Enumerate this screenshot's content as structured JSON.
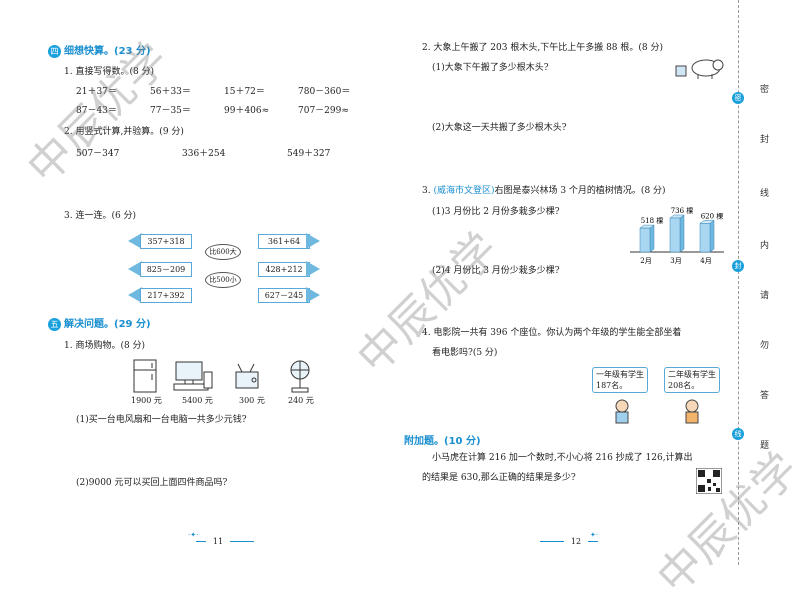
{
  "left": {
    "sec4": {
      "num": "四",
      "title": "细想快算。(23 分)"
    },
    "q1": {
      "label": "1. 直接写得数。(8 分)",
      "rows": [
        [
          "21＋37＝",
          "56＋33＝",
          "15＋72＝",
          "780－360＝"
        ],
        [
          "87－43＝",
          "77－35＝",
          "99＋406≈",
          "707－299≈"
        ]
      ]
    },
    "q2": {
      "label": "2. 用竖式计算,并验算。(9 分)",
      "items": [
        "507－347",
        "336＋254",
        "549＋327"
      ]
    },
    "q3": {
      "label": "3. 连一连。(6 分)",
      "left_birds": [
        "357+318",
        "825－209",
        "217+392"
      ],
      "ovals": [
        "比600大",
        "比500小"
      ],
      "right_birds": [
        "361+64",
        "428+212",
        "627－245"
      ]
    },
    "sec5": {
      "num": "五",
      "title": "解决问题。(29 分)"
    },
    "q5_1": {
      "label": "1. 商场购物。(8 分)",
      "prices": [
        "1900 元",
        "5400 元",
        "300 元",
        "240 元"
      ],
      "sub1": "(1)买一台电风扇和一台电脑一共多少元钱?",
      "sub2": "(2)9000 元可以买回上面四件商品吗?"
    },
    "page_num": "11"
  },
  "right": {
    "q2": {
      "label": "2. 大象上午搬了 203 根木头,下午比上午多搬 88 根。(8 分)",
      "sub1": "(1)大象下午搬了多少根木头?",
      "sub2": "(2)大象这一天共搬了多少根木头?"
    },
    "q3": {
      "label_prefix": "3. ",
      "region": "(威海市文登区)",
      "label_rest": "右图是泰兴林场 3 个月的植树情况。(8 分)",
      "sub1": "(1)3 月份比 2 月份多栽多少棵?",
      "sub2": "(2)4 月份比 3 月份少栽多少棵?"
    },
    "q4": {
      "label": "4. 电影院一共有 396 个座位。你认为两个年级的学生能全部坐着",
      "label2": "看电影吗?(5 分)",
      "bubble1": [
        "一年级有学生",
        "187名。"
      ],
      "bubble2": [
        "二年级有学生",
        "208名。"
      ]
    },
    "bonus": {
      "title": "附加题。(10 分)",
      "text1": "小马虎在计算 216 加一个数时,不小心将 216 抄成了 126,计算出",
      "text2": "的结果是 630,那么正确的结果是多少?"
    },
    "page_num": "12",
    "side": {
      "dots": [
        "密",
        "封",
        "线"
      ],
      "chars": [
        "密",
        "封",
        "线",
        "内",
        "请",
        "勿",
        "答",
        "题"
      ]
    }
  },
  "watermark": "中辰优学",
  "chart_data": {
    "type": "bar",
    "categories": [
      "2月",
      "3月",
      "4月"
    ],
    "values": [
      518,
      736,
      620
    ],
    "data_labels": [
      "518 棵",
      "736 棵",
      "620 棵"
    ],
    "xlabel": "",
    "ylabel": ""
  }
}
